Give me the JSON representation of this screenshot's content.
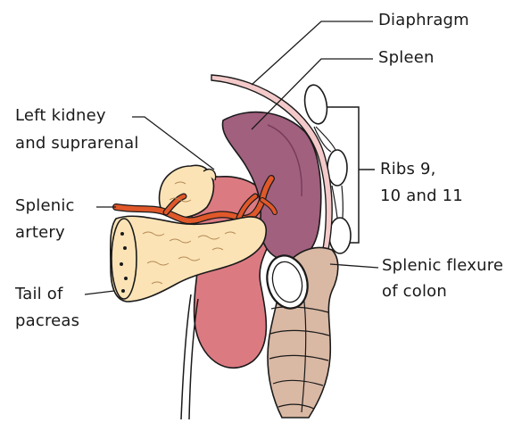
{
  "labels": {
    "diaphragm": "Diaphragm",
    "spleen": "Spleen",
    "left_kidney_line1": "Left kidney",
    "left_kidney_line2": "and suprarenal",
    "ribs_line1": "Ribs 9,",
    "ribs_line2": "10 and 11",
    "splenic_artery_line1": "Splenic",
    "splenic_artery_line2": "artery",
    "splenic_flexure_line1": "Splenic flexure",
    "splenic_flexure_line2": "of colon",
    "tail_line1": "Tail of",
    "tail_line2": "pacreas"
  },
  "colors": {
    "spleen": "#a0607e",
    "spleen_dark": "#7a3c5c",
    "kidney": "#dc7a82",
    "suprarenal": "#fbe3b6",
    "pancreas": "#fbe3b6",
    "artery": "#e0582a",
    "colon": "#d9b8a4",
    "diaphragm": "#f3c9c9",
    "outline": "#1a1a1a"
  }
}
